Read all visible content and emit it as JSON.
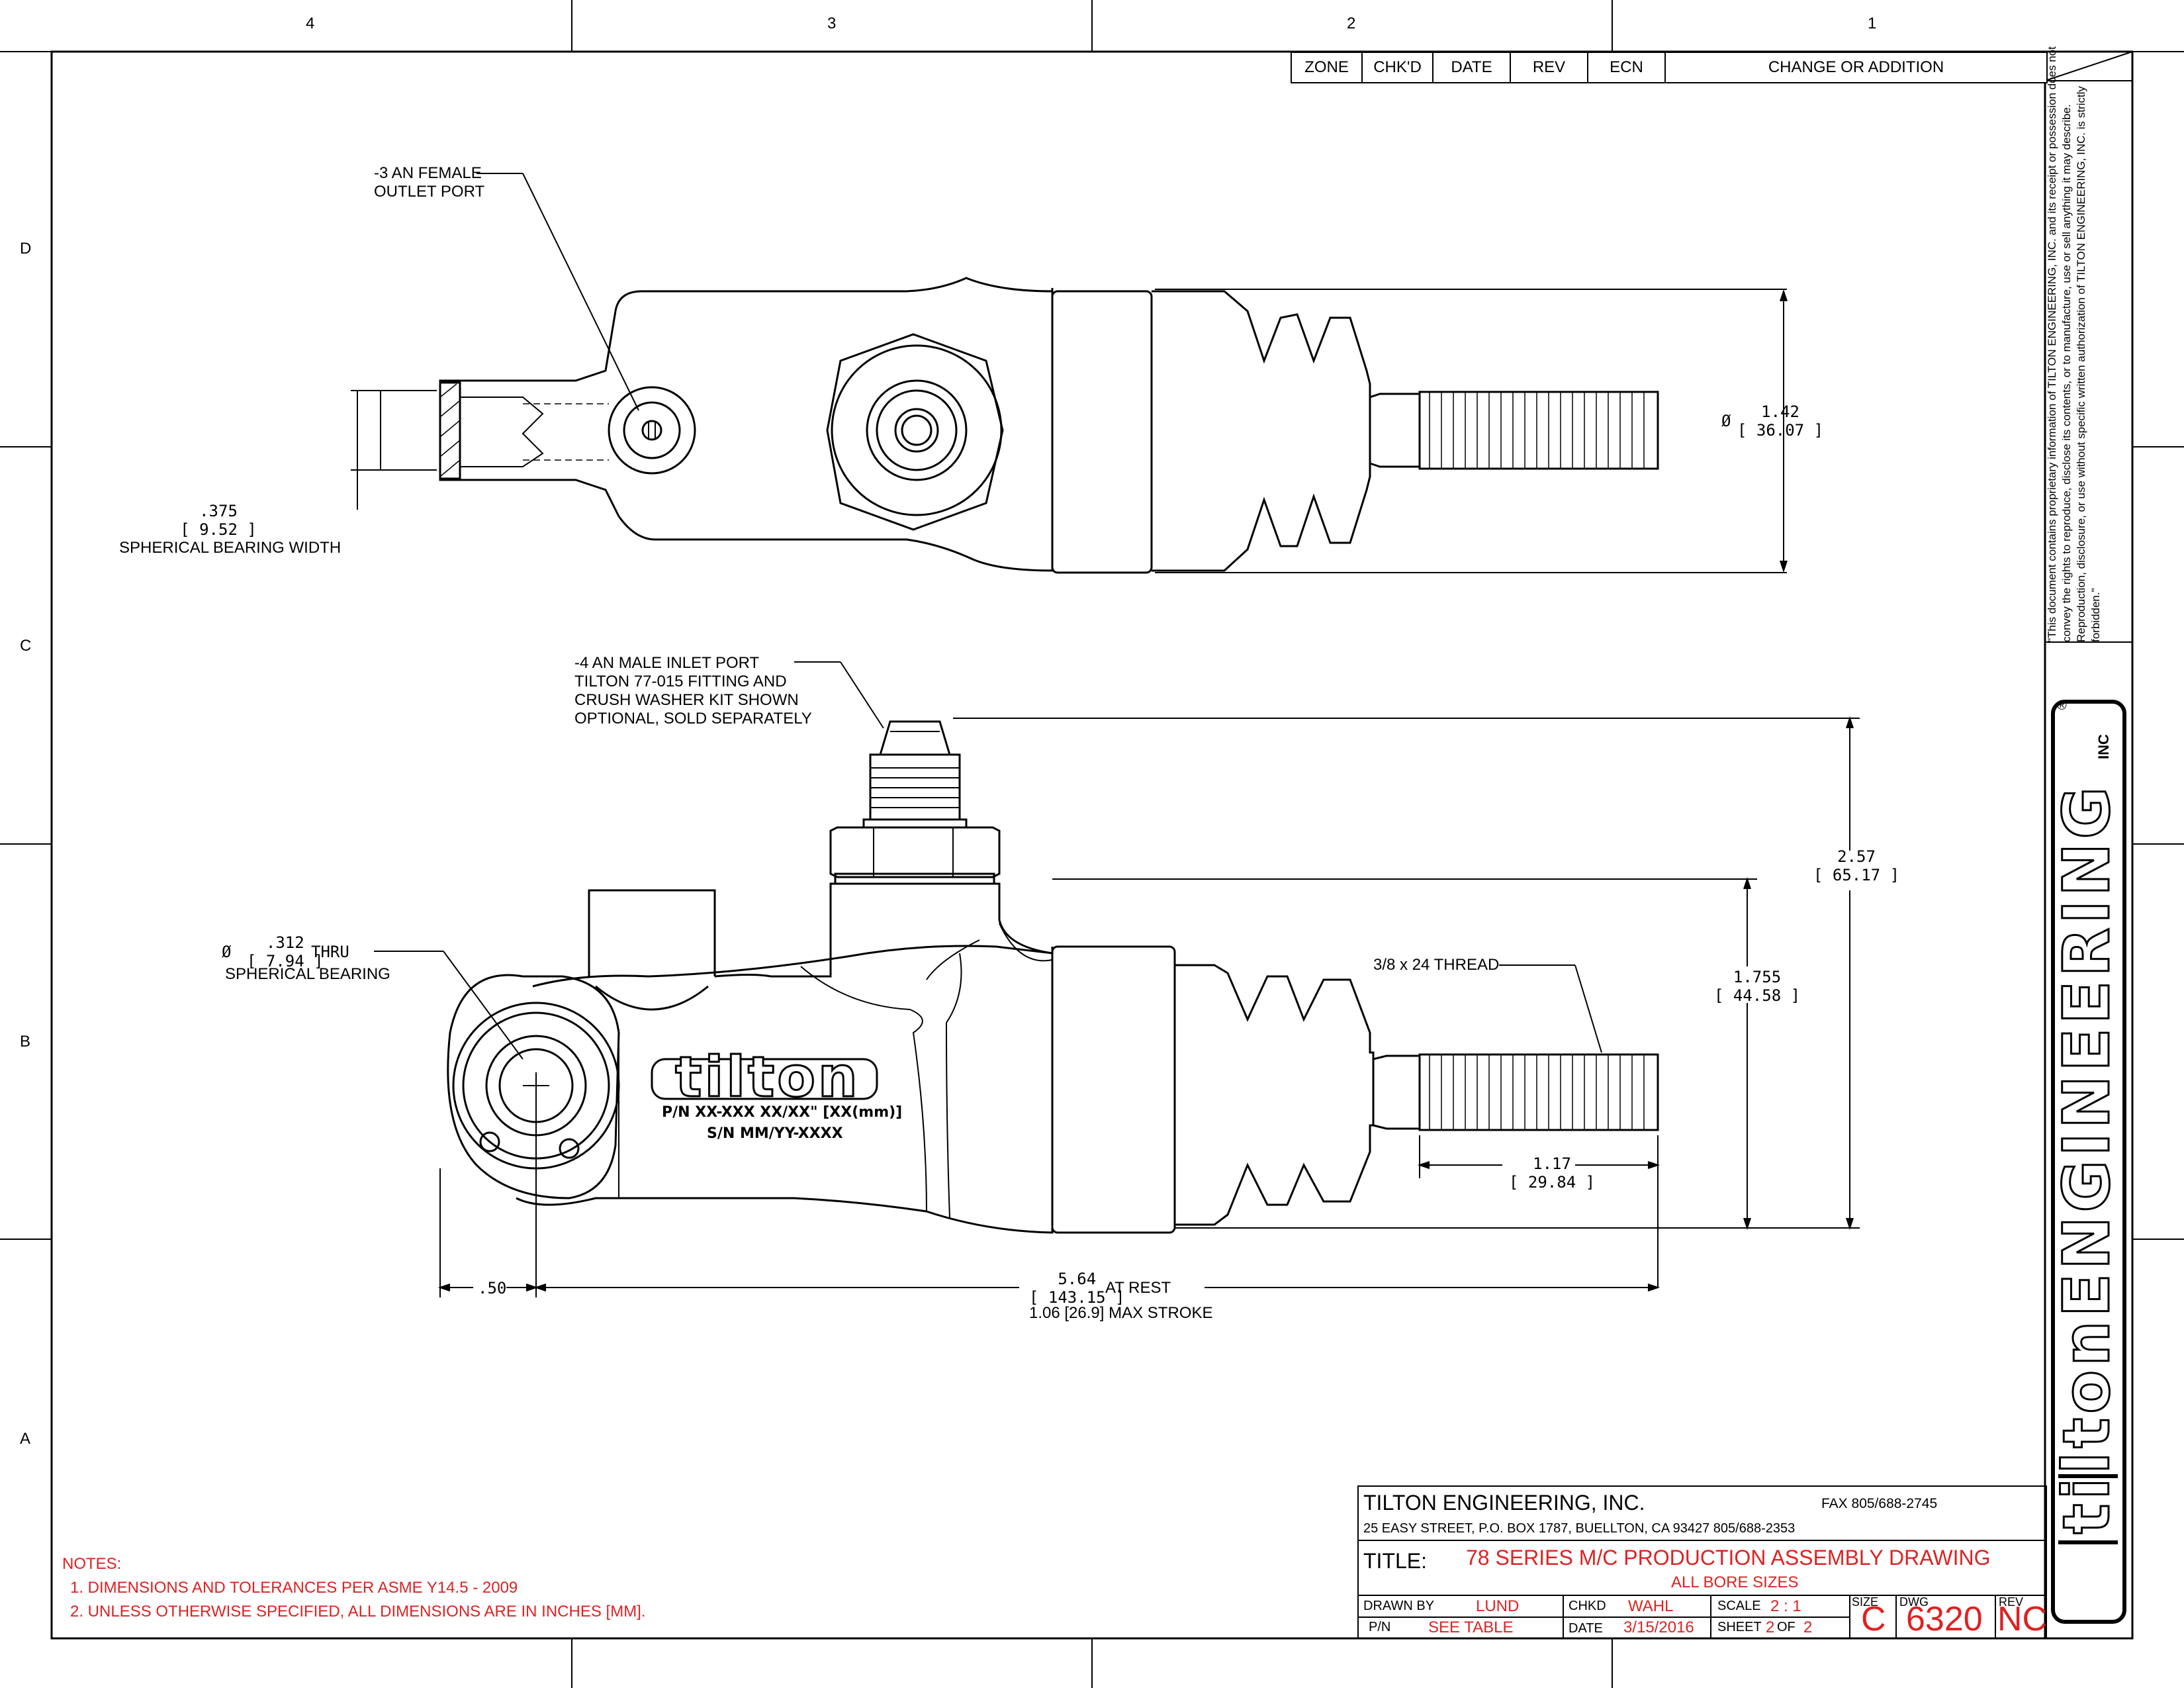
{
  "zones": {
    "columns": [
      "4",
      "3",
      "2",
      "1"
    ],
    "rows": [
      "D",
      "C",
      "B",
      "A"
    ]
  },
  "revision_block": {
    "headers": [
      "ZONE",
      "CHK'D",
      "DATE",
      "REV",
      "ECN",
      "CHANGE OR ADDITION"
    ]
  },
  "top_view": {
    "outlet_callout": [
      "-3 AN FEMALE",
      "OUTLET PORT"
    ],
    "bearing_width_value": ".375",
    "bearing_width_mm": "[ 9.52 ]",
    "bearing_width_label": "SPHERICAL BEARING WIDTH",
    "boot_dia_symbol": "Ø",
    "boot_dia_value": "1.42",
    "boot_dia_mm": "[ 36.07 ]"
  },
  "side_view": {
    "inlet_callout": [
      "-4 AN MALE INLET PORT",
      "TILTON 77-015 FITTING AND",
      "CRUSH WASHER KIT SHOWN",
      "OPTIONAL, SOLD SEPARATELY"
    ],
    "bearing_hole_symbol": "Ø",
    "bearing_hole_value": ".312",
    "bearing_hole_mm": "[ 7.94 ]",
    "bearing_hole_suffix": "THRU",
    "bearing_hole_label": "SPHERICAL BEARING",
    "thread_callout": "3/8 x 24 THREAD",
    "height_value": "2.57",
    "height_mm": "[ 65.17 ]",
    "bore_height_value": "1.755",
    "bore_height_mm": "[ 44.58 ]",
    "rod_value": "1.17",
    "rod_mm": "[ 29.84 ]",
    "offset_value": ".50",
    "length_value": "5.64",
    "length_mm": "[ 143.15 ]",
    "length_suffix": "AT REST",
    "stroke": "1.06 [26.9] MAX STROKE",
    "logo_text": "tilton",
    "part_number": "P/N XX-XXX  XX/XX\" [XX(mm)]",
    "serial_number": "S/N MM/YY-XXXX"
  },
  "notes": {
    "heading": "NOTES:",
    "items": [
      "1.  DIMENSIONS AND TOLERANCES PER ASME Y14.5 - 2009",
      "2.  UNLESS OTHERWISE SPECIFIED, ALL DIMENSIONS ARE IN INCHES [MM]."
    ]
  },
  "title_block": {
    "company": "TILTON ENGINEERING, INC.",
    "fax": "FAX 805/688-2745",
    "address": "25 EASY STREET, P.O. BOX 1787, BUELLTON, CA 93427 805/688-2353",
    "title_label": "TITLE:",
    "title": "78 SERIES M/C PRODUCTION ASSEMBLY DRAWING",
    "subtitle": "ALL BORE SIZES",
    "drawn_by_label": "DRAWN BY",
    "drawn_by": "LUND",
    "chkd_label": "CHKD",
    "chkd": "WAHL",
    "scale_label": "SCALE",
    "scale": "2 : 1",
    "pn_label": "P/N",
    "pn": "SEE TABLE",
    "date_label": "DATE",
    "date": "3/15/2016",
    "sheet_label": "SHEET",
    "sheet": "2",
    "of_label": "OF",
    "of": "2",
    "size_label": "SIZE",
    "size": "C",
    "dwg_label": "DWG",
    "dwg": "6320",
    "rev_label": "REV",
    "rev": "NC"
  },
  "side_strip": {
    "disclaimer": "\"This document contains proprietary information of TILTON ENGINEERING, INC. and its receipt or possession does not convey the rights to reproduce, disclose its contents, or to manufacture, use or sell anything it may describe. Reproduction, disclosure, or use without specific written authorization of TILTON ENGINEERING, INC. is strictly forbidden.\"",
    "logo": "tiltonENGINEERING",
    "logo_inc": "INC",
    "registered": "®"
  }
}
